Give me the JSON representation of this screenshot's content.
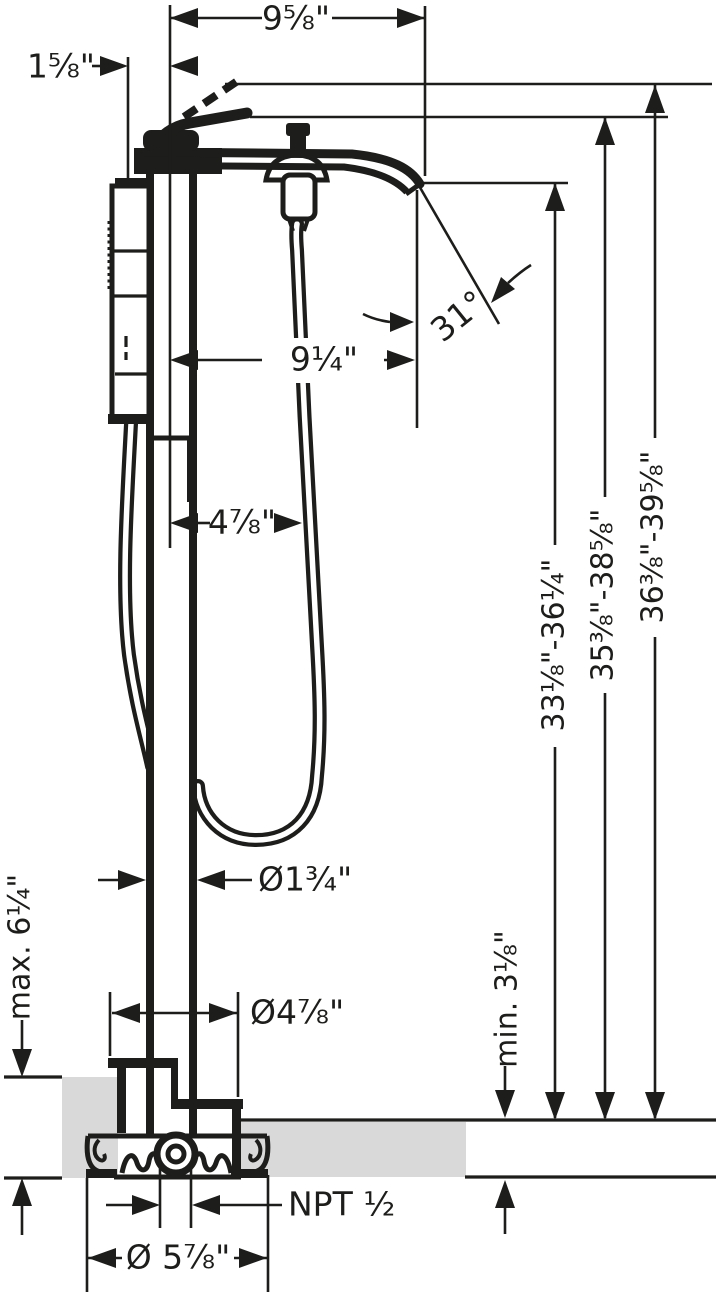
{
  "drawing": {
    "title": "freestanding-tub-filler-installation-drawing",
    "line_color": "#1d1d1b",
    "floor_color": "#d9d9d9",
    "dimensions": {
      "top_width": "9⅝\"",
      "handshower_offset": "1⅝\"",
      "spout_angle": "31°",
      "spout_reach": "9¼\"",
      "hose_offset": "4⅞\"",
      "height_outlet": "33⅛\"-36¼\"",
      "height_spout": "35⅜\"-38⅝\"",
      "height_handle": "36⅜\"-39⅝\"",
      "riser_diameter": "Ø1¾\"",
      "floor_max": "max. 6¼\"",
      "escutcheon_diameter": "Ø4⅞\"",
      "floor_min": "min. 3⅛\"",
      "connection": "NPT ½",
      "base_diameter": "Ø 5⅞\""
    }
  }
}
